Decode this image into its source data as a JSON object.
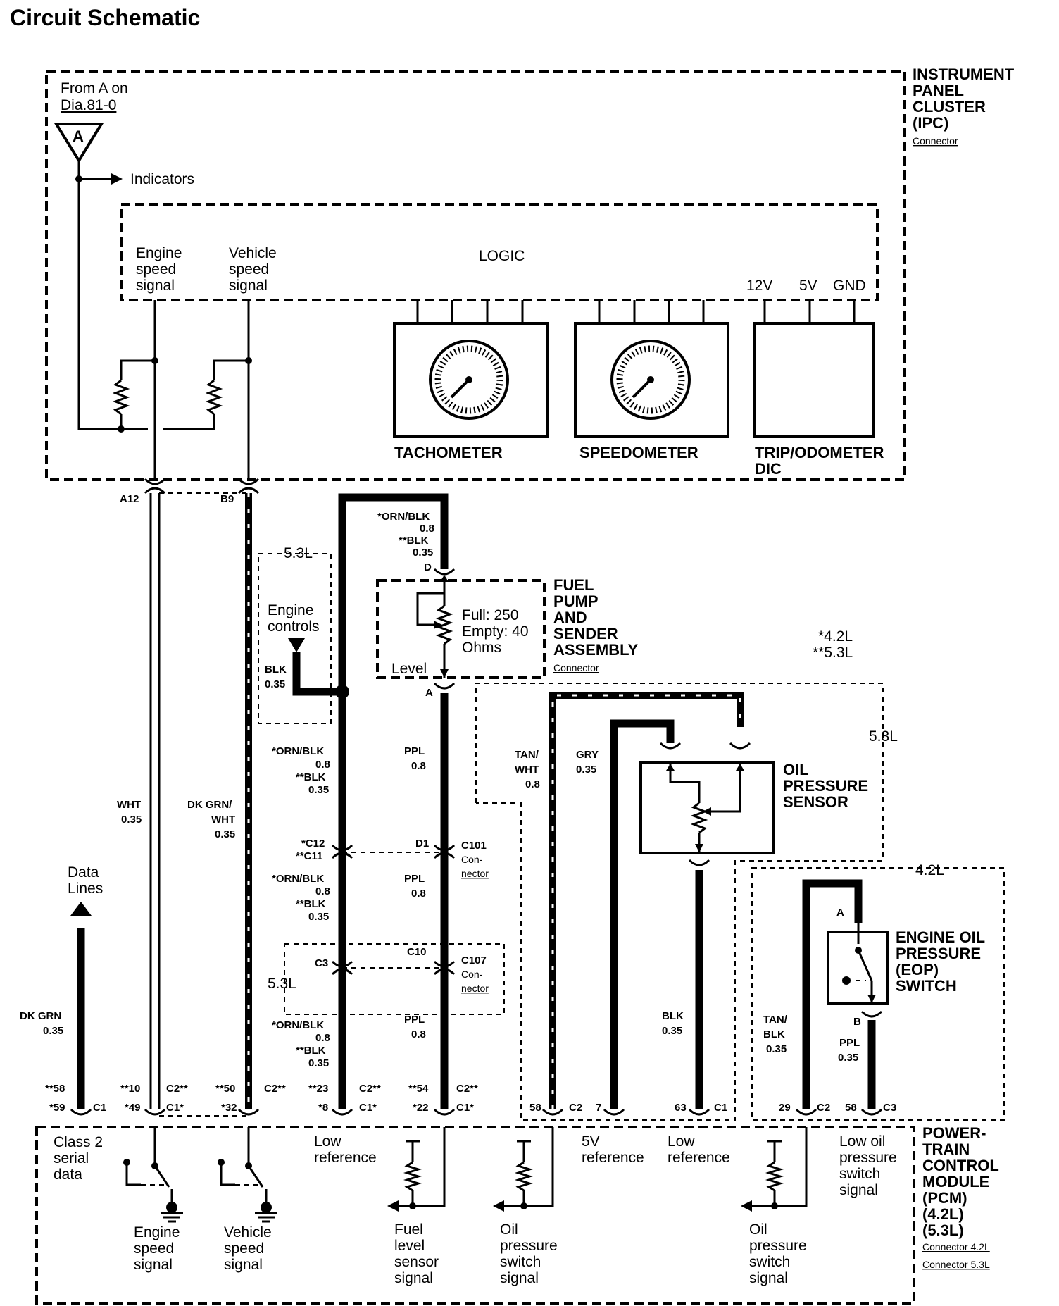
{
  "title": "Circuit Schematic",
  "ipc": {
    "heading": [
      "INSTRUMENT",
      "PANEL",
      "CLUSTER",
      "(IPC)"
    ],
    "connector": "Connector",
    "from_a": [
      "From A on",
      "Dia.81-0"
    ],
    "triangle_letter": "A",
    "indicators": "Indicators",
    "logic": "LOGIC",
    "engine_speed": [
      "Engine",
      "speed",
      "signal"
    ],
    "vehicle_speed": [
      "Vehicle",
      "speed",
      "signal"
    ],
    "v12": "12V",
    "v5": "5V",
    "gnd": "GND",
    "tachometer": "TACHOMETER",
    "speedometer": "SPEEDOMETER",
    "trip": [
      "TRIP/ODOMETER",
      "DIC"
    ]
  },
  "wires": {
    "a12": "A12",
    "b9": "B9",
    "wht": [
      "WHT",
      "0.35"
    ],
    "dkgrnwht": [
      "DK GRN/",
      "WHT",
      "0.35"
    ],
    "data_lines": [
      "Data",
      "Lines"
    ],
    "dkgrn": [
      "DK GRN",
      "0.35"
    ],
    "engine_controls_53": "5.3L",
    "engine_controls": [
      "Engine",
      "controls"
    ],
    "blk": [
      "BLK",
      "0.35"
    ],
    "orn_top": [
      "*ORN/BLK",
      "0.8",
      "**BLK",
      "0.35"
    ],
    "orn_1": [
      "*ORN/BLK",
      "0.8",
      "**BLK",
      "0.35"
    ],
    "orn_2": [
      "*ORN/BLK",
      "0.8",
      "**BLK",
      "0.35"
    ],
    "orn_3": [
      "*ORN/BLK",
      "0.8",
      "**BLK",
      "0.35"
    ],
    "ppl_1": [
      "PPL",
      "0.8"
    ],
    "ppl_2": [
      "PPL",
      "0.8"
    ],
    "ppl_3": [
      "PPL",
      "0.8"
    ],
    "c12": [
      "*C12",
      "**C11"
    ],
    "d1": "D1",
    "c101": [
      "C101",
      "Con-",
      "nector"
    ],
    "c3": "C3",
    "c10": "C10",
    "c107": [
      "C107",
      "Con-",
      "nector"
    ],
    "c107_53": "5.3L",
    "pin_d": "D",
    "pin_a": "A"
  },
  "fuel": {
    "heading": [
      "FUEL",
      "PUMP",
      "AND",
      "SENDER",
      "ASSEMBLY"
    ],
    "connector": "Connector",
    "spec": [
      "Full: 250",
      "Empty: 40",
      "Ohms"
    ],
    "level": "Level"
  },
  "notes": {
    "l42": "*4.2L",
    "l53": "**5.3L",
    "ops_53": "5.3L",
    "eop_42": "4.2L"
  },
  "oil_sensor": {
    "heading": [
      "OIL",
      "PRESSURE",
      "SENSOR"
    ],
    "tanwht": [
      "TAN/",
      "WHT",
      "0.8"
    ],
    "gry": [
      "GRY",
      "0.35"
    ],
    "blk": [
      "BLK",
      "0.35"
    ]
  },
  "eop": {
    "heading": [
      "ENGINE OIL",
      "PRESSURE",
      "(EOP)",
      "SWITCH"
    ],
    "pin_a": "A",
    "pin_b": "B",
    "tanblk": [
      "TAN/",
      "BLK",
      "0.35"
    ],
    "ppl": [
      "PPL",
      "0.35"
    ]
  },
  "pins": {
    "p58": [
      "**58",
      "*59",
      "C1"
    ],
    "p10": [
      "**10",
      "*49"
    ],
    "c2c1_a": [
      "C2**",
      "C1*"
    ],
    "p50": [
      "**50",
      "*32"
    ],
    "c2_b": "C2**",
    "p23": [
      "**23",
      "*8"
    ],
    "c2c1_c": [
      "C2**",
      "C1*"
    ],
    "p54": [
      "**54",
      "*22"
    ],
    "c2c1_d": [
      "C2**",
      "C1*"
    ],
    "s58": "58",
    "sc2": "C2",
    "s7": "7",
    "s63": "63",
    "sc1": "C1",
    "e29": "29",
    "ec2": "C2",
    "e58": "58",
    "ec3": "C3"
  },
  "pcm": {
    "heading": [
      "POWER-",
      "TRAIN",
      "CONTROL",
      "MODULE",
      "(PCM)",
      "(4.2L)",
      "(5.3L)"
    ],
    "conn42": "Connector 4.2L",
    "conn53": "Connector 5.3L",
    "class2": [
      "Class 2",
      "serial",
      "data"
    ],
    "low_ref_1": [
      "Low",
      "reference"
    ],
    "v5_ref": [
      "5V",
      "reference"
    ],
    "low_ref_2": [
      "Low",
      "reference"
    ],
    "low_oil": [
      "Low oil",
      "pressure",
      "switch",
      "signal"
    ],
    "engine_speed": [
      "Engine",
      "speed",
      "signal"
    ],
    "vehicle_speed": [
      "Vehicle",
      "speed",
      "signal"
    ],
    "fuel_level": [
      "Fuel",
      "level",
      "sensor",
      "signal"
    ],
    "oil_sw_1": [
      "Oil",
      "pressure",
      "switch",
      "signal"
    ],
    "oil_sw_2": [
      "Oil",
      "pressure",
      "switch",
      "signal"
    ]
  }
}
